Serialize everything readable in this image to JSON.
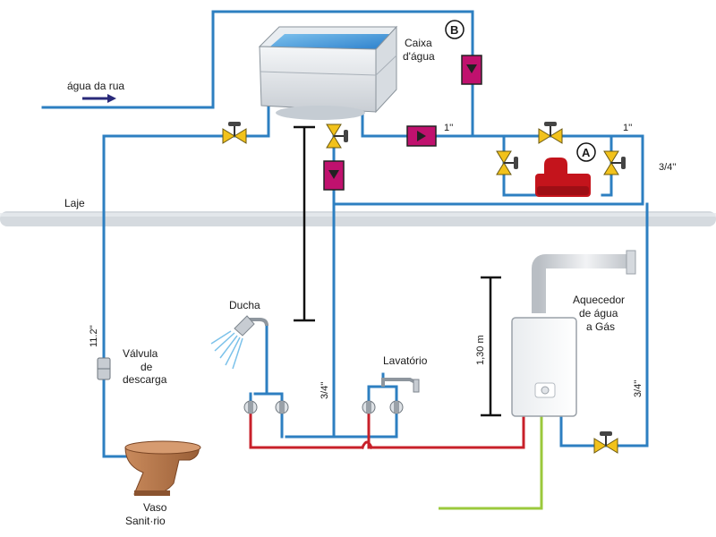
{
  "colors": {
    "cold_pipe": "#2d7fc1",
    "hot_pipe": "#c8202a",
    "gas_pipe": "#9bc93c",
    "valve": "#f2c21b",
    "pump": "#c0116e",
    "heater_red": "#c4141c",
    "toilet": "#b8774a",
    "slab": "#d5dadf"
  },
  "labels": {
    "street_water": "água da rua",
    "tank_line1": "Caixa",
    "tank_line2": "d'água",
    "marker_b": "B",
    "marker_a": "A",
    "size_1in_left": "1''",
    "size_1in_right": "1''",
    "size_3_4_right": "3/4''",
    "slab": "Laje",
    "size_1_1_2": "11.2''",
    "valve_line1": "Válvula",
    "valve_line2": "de",
    "valve_line3": "descarga",
    "shower": "Ducha",
    "size_3_4_center": "3/4''",
    "sink": "Lavatório",
    "height": "1,30 m",
    "heater_line1": "Aquecedor",
    "heater_line2": "de água",
    "heater_line3": "a Gás",
    "size_3_4_lower": "3/4''",
    "toilet_line1": "Vaso",
    "toilet_line2": "Sanit·rio"
  },
  "icons": {
    "arrow": "arrow-right-icon",
    "valve": "gate-valve-icon",
    "pump": "pump-icon",
    "shower": "shower-head-icon",
    "faucet": "faucet-icon"
  }
}
